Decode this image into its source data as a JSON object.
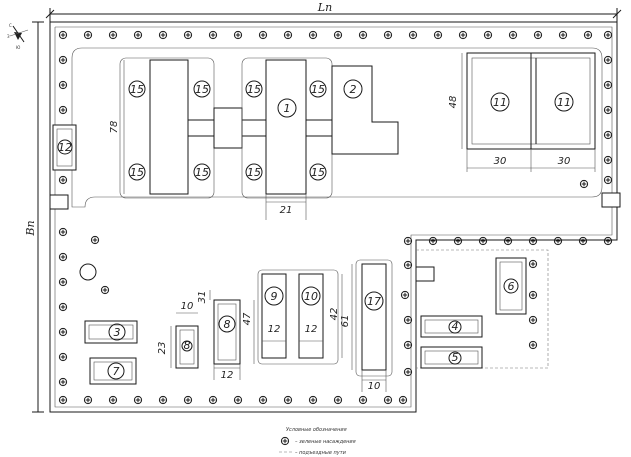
{
  "axis": {
    "length_label": "Ln",
    "width_label": "Вп"
  },
  "compass": {
    "north": "С",
    "west": "З",
    "south": "Ю"
  },
  "buildings": [
    {
      "num": "15"
    },
    {
      "num": "15"
    },
    {
      "num": "15"
    },
    {
      "num": "15"
    },
    {
      "num": "15"
    },
    {
      "num": "15"
    },
    {
      "num": "15"
    },
    {
      "num": "15"
    },
    {
      "num": "1"
    },
    {
      "num": "2"
    },
    {
      "num": "11"
    },
    {
      "num": "11"
    },
    {
      "num": "12"
    },
    {
      "num": "9"
    },
    {
      "num": "10"
    },
    {
      "num": "17"
    },
    {
      "num": "8"
    },
    {
      "num": "3"
    },
    {
      "num": "7"
    },
    {
      "num": "6"
    },
    {
      "num": "4"
    },
    {
      "num": "5"
    },
    {
      "num": "8"
    }
  ],
  "dimensions": {
    "d78": "78",
    "d21": "21",
    "d48": "48",
    "d30a": "30",
    "d30b": "30",
    "d10a": "10",
    "d31": "31",
    "d23": "23",
    "d12a": "12",
    "d47": "47",
    "d42": "42",
    "d12b": "12",
    "d12c": "12",
    "d61": "61",
    "d10b": "10"
  },
  "legend": {
    "title": "Условные обозначения",
    "tree_note": "– зеленые насаждения",
    "road_note": "– подъездные пути"
  },
  "icons": {
    "tree": "tree-symbol-icon",
    "compass": "compass-rose-icon"
  }
}
